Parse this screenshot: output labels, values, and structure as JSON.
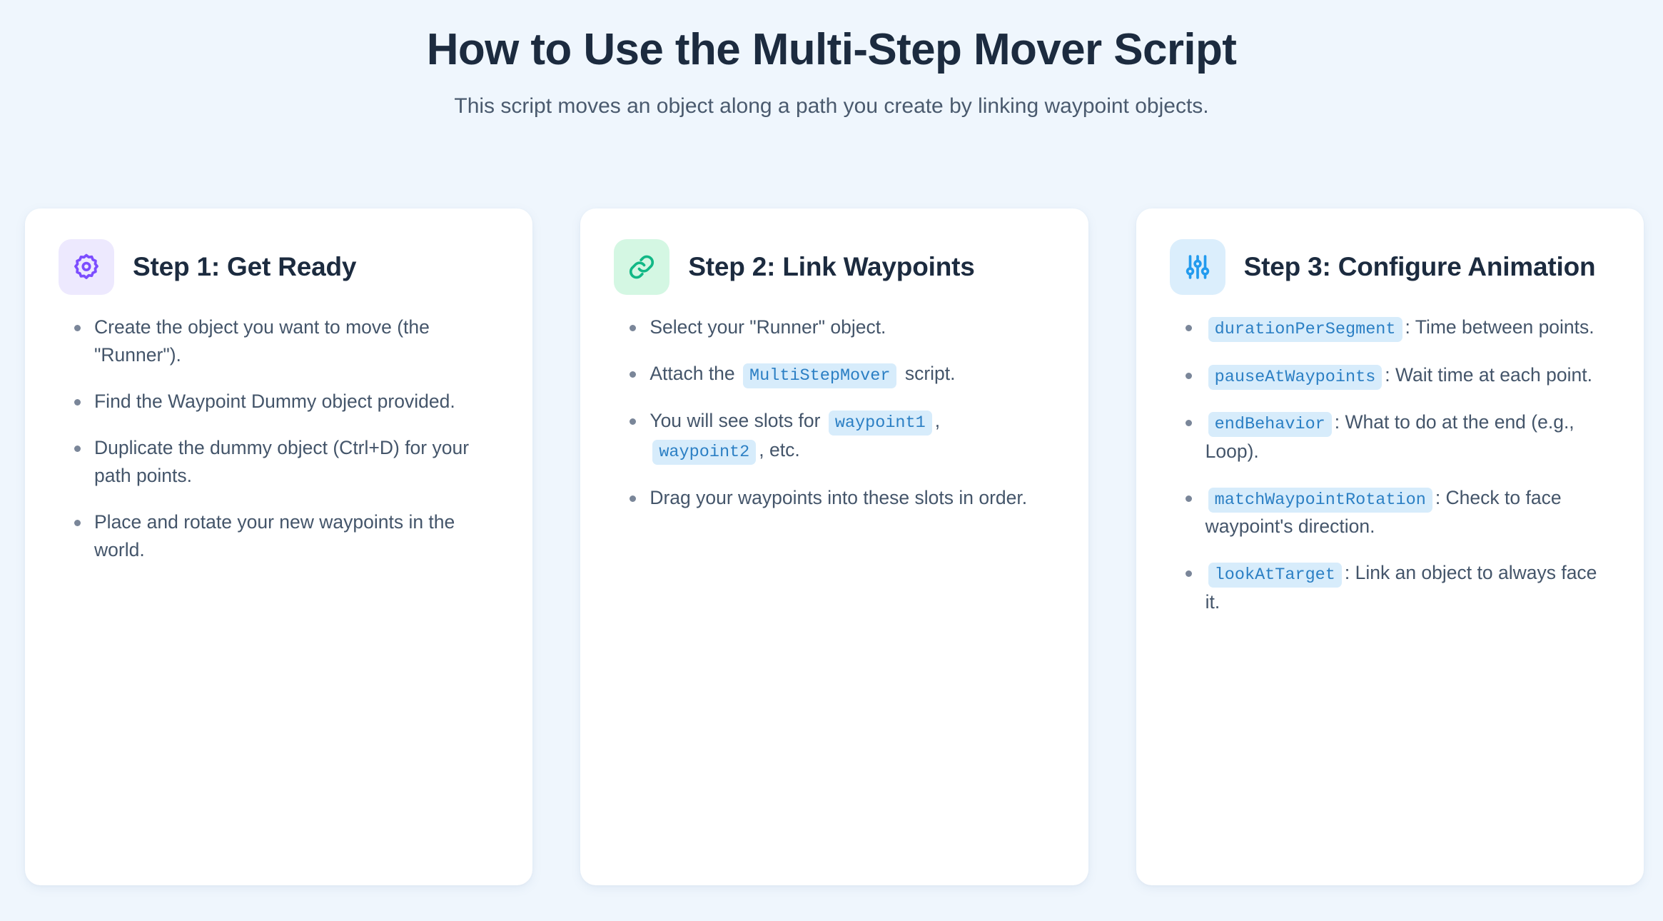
{
  "header": {
    "title": "How to Use the Multi-Step Mover Script",
    "subtitle": "This script moves an object along a path you create by linking waypoint objects."
  },
  "colors": {
    "background": "#eff6fd",
    "card_background": "#ffffff",
    "title_text": "#1c2b3f",
    "subtitle_text": "#4a5a6e",
    "body_text": "#44556a",
    "bullet": "#7a8699",
    "chip_background": "#d7ecfb",
    "chip_text": "#2b7fc4",
    "icon_purple_bg": "#ede9fe",
    "icon_purple_fg": "#7c4dff",
    "icon_green_bg": "#d4f7e3",
    "icon_green_fg": "#12b886",
    "icon_blue_bg": "#dbeefc",
    "icon_blue_fg": "#229bee"
  },
  "cards": [
    {
      "icon": "gear-icon",
      "icon_style": "purple",
      "title": "Step 1: Get Ready",
      "items": [
        {
          "parts": [
            {
              "type": "text",
              "value": "Create the object you want to move (the \"Runner\")."
            }
          ]
        },
        {
          "parts": [
            {
              "type": "text",
              "value": "Find the Waypoint Dummy object provided."
            }
          ]
        },
        {
          "parts": [
            {
              "type": "text",
              "value": "Duplicate the dummy object (Ctrl+D) for your path points."
            }
          ]
        },
        {
          "parts": [
            {
              "type": "text",
              "value": "Place and rotate your new waypoints in the world."
            }
          ]
        }
      ]
    },
    {
      "icon": "link-icon",
      "icon_style": "green",
      "title": "Step 2: Link Waypoints",
      "items": [
        {
          "parts": [
            {
              "type": "text",
              "value": "Select your \"Runner\" object."
            }
          ]
        },
        {
          "parts": [
            {
              "type": "text",
              "value": "Attach the "
            },
            {
              "type": "code",
              "value": "MultiStepMover"
            },
            {
              "type": "text",
              "value": " script."
            }
          ]
        },
        {
          "parts": [
            {
              "type": "text",
              "value": "You will see slots for "
            },
            {
              "type": "code",
              "value": "waypoint1"
            },
            {
              "type": "text",
              "value": ", "
            },
            {
              "type": "code",
              "value": "waypoint2"
            },
            {
              "type": "text",
              "value": ", etc."
            }
          ]
        },
        {
          "parts": [
            {
              "type": "text",
              "value": "Drag your waypoints into these slots in order."
            }
          ]
        }
      ]
    },
    {
      "icon": "sliders-icon",
      "icon_style": "blue",
      "title": "Step 3: Configure Animation",
      "items": [
        {
          "parts": [
            {
              "type": "code",
              "value": "durationPerSegment"
            },
            {
              "type": "text",
              "value": ": Time between points."
            }
          ]
        },
        {
          "parts": [
            {
              "type": "code",
              "value": "pauseAtWaypoints"
            },
            {
              "type": "text",
              "value": ": Wait time at each point."
            }
          ]
        },
        {
          "parts": [
            {
              "type": "code",
              "value": "endBehavior"
            },
            {
              "type": "text",
              "value": ": What to do at the end (e.g., Loop)."
            }
          ]
        },
        {
          "parts": [
            {
              "type": "code",
              "value": "matchWaypointRotation"
            },
            {
              "type": "text",
              "value": ": Check to face waypoint's direction."
            }
          ]
        },
        {
          "parts": [
            {
              "type": "code",
              "value": "lookAtTarget"
            },
            {
              "type": "text",
              "value": ": Link an object to always face it."
            }
          ]
        }
      ]
    }
  ]
}
